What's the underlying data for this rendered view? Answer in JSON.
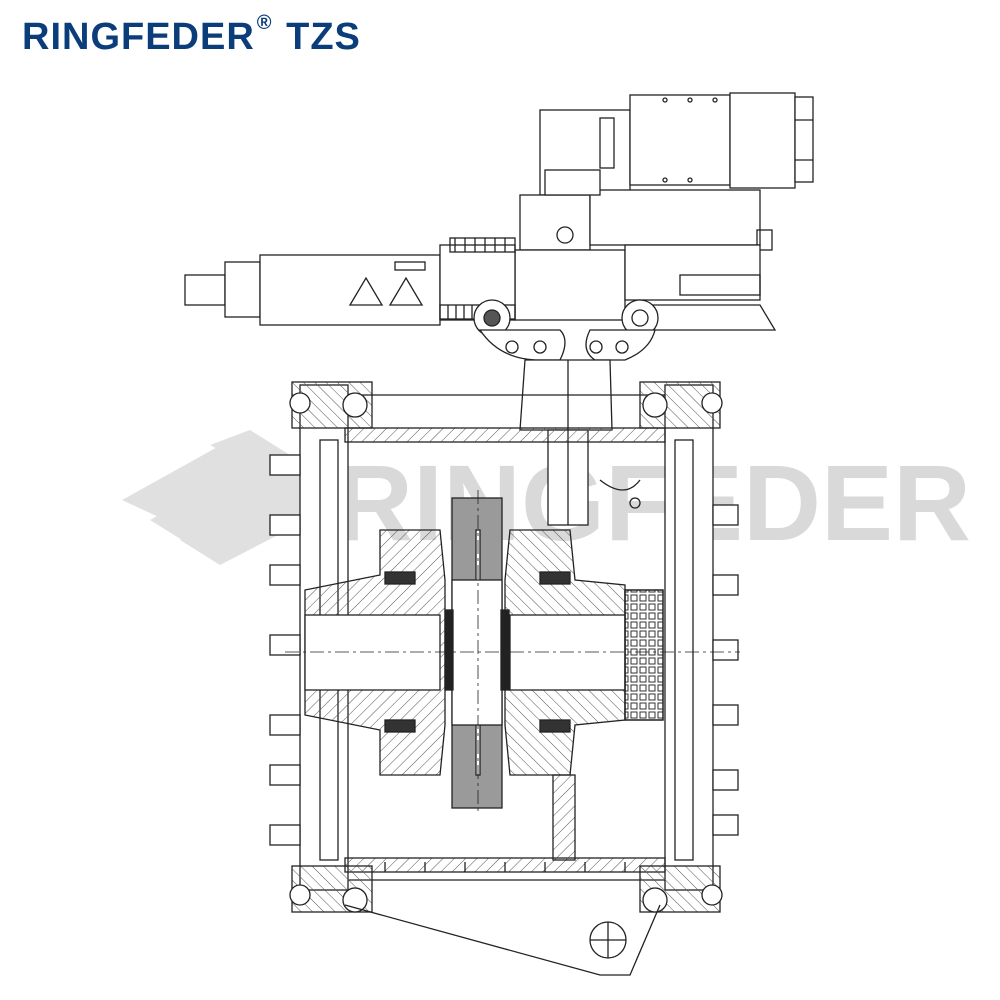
{
  "header": {
    "brand": "RINGFEDER",
    "registered_mark": "®",
    "model": "TZS"
  },
  "watermark": {
    "text": "RINGFEDER"
  },
  "colors": {
    "brand": "#0b3d7a",
    "line": "#222222",
    "watermark": "#d9d9d9",
    "brake_disc": "#9a9a9a"
  }
}
